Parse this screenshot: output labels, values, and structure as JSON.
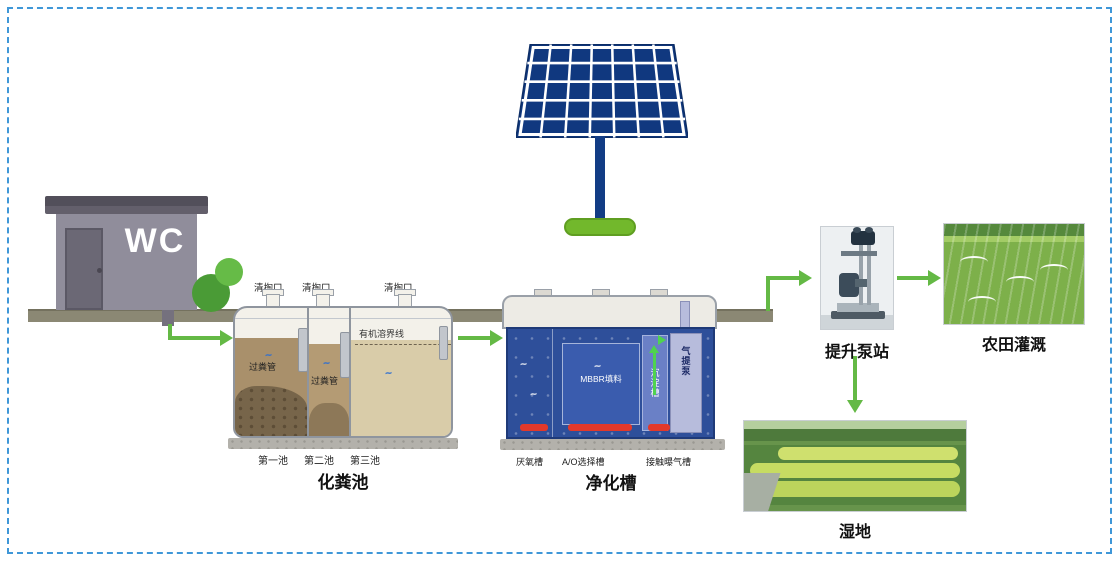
{
  "colors": {
    "border_dash": "#3f97d8",
    "arrow_green": "#64b945",
    "solar_panel_blue": "#10387f",
    "solar_base_green": "#72b82c",
    "purifier_blue": "#2e4f9a",
    "diffuser_red": "#e2392b",
    "septic_liquid_brown": "#a9906b",
    "ground_tan": "#8b8874"
  },
  "decor": {
    "swirl": "~"
  },
  "icons": {
    "solar_panel": "css-svg-shape",
    "bush": "css-circle",
    "flow_arrow": "css-triangle"
  },
  "wc": {
    "label": "WC"
  },
  "septic": {
    "ports": [
      "清掏口",
      "清掏口",
      "清掏口"
    ],
    "organic_line_label": "有机溶界线",
    "pipes": [
      "过粪管",
      "过粪管"
    ],
    "chambers": [
      "第一池",
      "第二池",
      "第三池"
    ],
    "title": "化粪池"
  },
  "purifier": {
    "mbbr_label": "MBBR填料",
    "sedimentation_label": "沉淀槽",
    "airlift_label": "气提泵",
    "zones": [
      "厌氧槽",
      "A/O选择槽",
      "接触曝气槽"
    ],
    "title": "净化槽"
  },
  "pump_station": {
    "title": "提升泵站"
  },
  "farmland": {
    "title": "农田灌溉"
  },
  "wetland": {
    "title": "湿地"
  }
}
